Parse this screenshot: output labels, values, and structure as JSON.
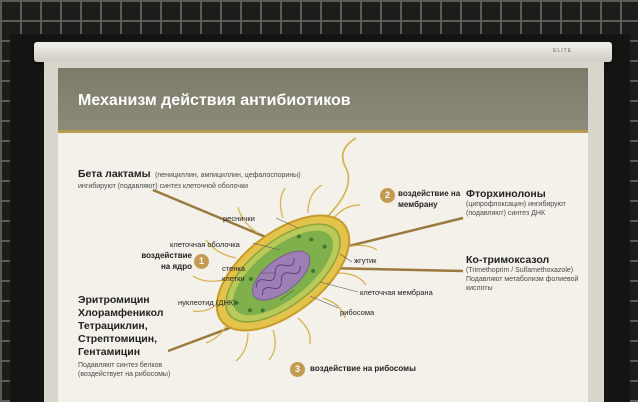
{
  "slide": {
    "title": "Механизм действия антибиотиков",
    "beta_title": "Бета лактамы",
    "beta_drugs": "(пенициллин, ампициллин, цефалоспорины)",
    "beta_desc": "ингибируют (подавляют) синтез клеточной оболочки",
    "num1": "1",
    "num2": "2",
    "num3": "3",
    "effect_nucleus": "воздействие на ядро",
    "effect_membrane": "воздействие на мембрану",
    "effect_ribosomes": "воздействие на рибосомы",
    "fluoro_title": "Фторхинолоны",
    "fluoro_desc": "(ципрофлоксацин) ингибируют (подавляют) синтез ДНК",
    "cotri_title": "Ко-тримоксазол",
    "cotri_desc": "(Trimethoprim / Sulfamethoxazole) Подавляют метаболизм фолиевой кислоты",
    "macro_title": "Эритромицин Хлорамфеникол Тетрациклин, Стрептомицин, Гентамицин",
    "macro_desc": "Подавляют синтез белков (воздействует на рибосомы)",
    "labels": {
      "cilia": "реснички",
      "cell_wall": "клеточная оболочка",
      "cell_wall_inner": "стенка клетки",
      "nucleotide": "нуклеотид (ДНК)",
      "flagellum": "жгутик",
      "cell_membrane": "клеточная мембрана",
      "ribosome": "рибосома"
    }
  }
}
